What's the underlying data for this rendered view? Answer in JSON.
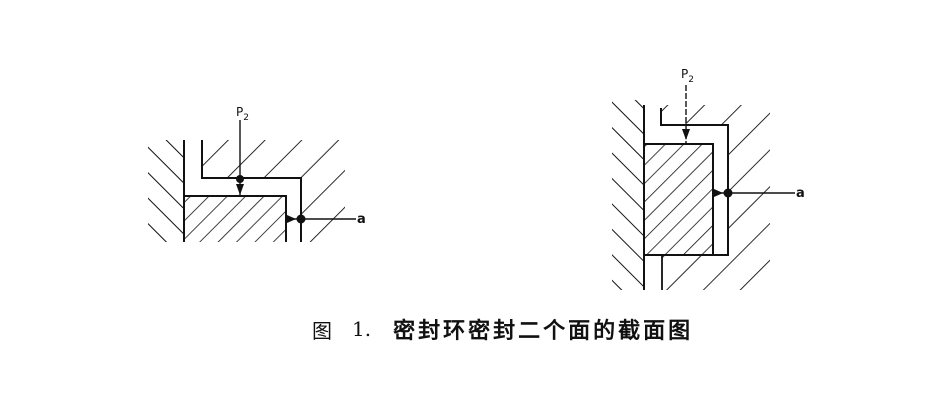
{
  "figure": {
    "caption_prefix": "图",
    "caption_number": "1.",
    "caption_title": "密封环密封二个面的截面图"
  },
  "left_diagram": {
    "pressure_label": "P",
    "pressure_subscript": "2",
    "outer_label": "a"
  },
  "right_diagram": {
    "pressure_label": "P",
    "pressure_subscript": "2",
    "outer_label": "a"
  },
  "colors": {
    "ink": "#111111",
    "background": "#ffffff"
  }
}
